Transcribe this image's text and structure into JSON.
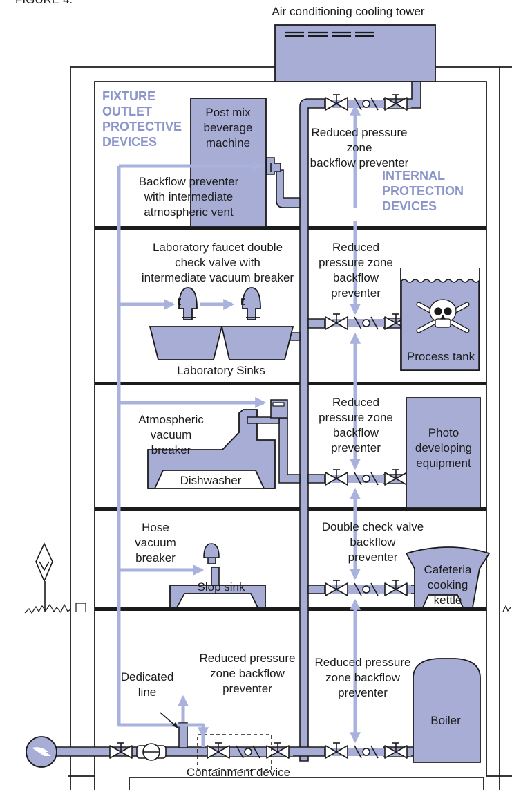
{
  "figure": {
    "caption_fragment": "FIGURE 4.",
    "colors": {
      "equipment_fill": "#a7add5",
      "outline": "#1b1b1b",
      "arrow": "#a9b2dc",
      "heading_text": "#8c95c9"
    }
  },
  "headings": {
    "fixture": "FIXTURE\nOUTLET\nPROTECTIVE\nDEVICES",
    "internal": "INTERNAL\nPROTECTION\nDEVICES"
  },
  "equipment": {
    "cooling_tower": "Air conditioning cooling tower",
    "post_mix": "Post mix\nbeverage\nmachine",
    "process_tank": "Process tank",
    "photo": "Photo\ndeveloping\nequipment",
    "dishwasher": "Dishwasher",
    "slop_sink": "Slop sink",
    "kettle": "Cafeteria\ncooking\nkettle",
    "boiler": "Boiler",
    "lab_sinks": "Laboratory Sinks"
  },
  "devices": {
    "intermediate_vent": "Backflow preventer\nwith intermediate\natmospheric vent",
    "lab_faucet": "Laboratory faucet double\ncheck valve with\nintermediate vacuum breaker",
    "atmospheric": "Atmospheric\nvacuum\nbreaker",
    "hose": "Hose\nvacuum\nbreaker",
    "rpz_top": "Reduced pressure zone\nbackflow preventer",
    "rpz_tank": "Reduced\npressure zone\nbackflow\npreventer",
    "rpz_photo": "Reduced\npressure zone\nbackflow\npreventer",
    "double_check": "Double check valve\nbackflow\npreventer",
    "rpz_boiler": "Reduced pressure\nzone backflow\npreventer",
    "rpz_containment": "Reduced pressure\nzone backflow\npreventer",
    "dedicated_line": "Dedicated\nline",
    "containment": "Containment device"
  }
}
